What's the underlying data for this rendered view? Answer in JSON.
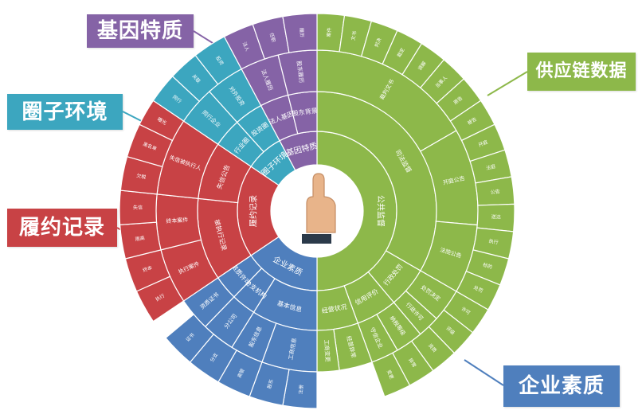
{
  "callouts": {
    "genetic": "基因特质",
    "circle": "圈子环境",
    "contract": "履约记录",
    "supply": "供应链数据",
    "quality": "企业素质"
  },
  "colors": {
    "genetic": "#8563a6",
    "circle": "#3ca6bf",
    "contract": "#c84245",
    "supply": "#8db84a",
    "quality": "#4f7fbd",
    "hand_skin": "#e8b48a",
    "cuff": "#2b3a4a"
  },
  "center_icon": "pointing-hand-icon",
  "sunburst": {
    "ring1": [
      {
        "label": "公共监督",
        "color": "#8db84a",
        "start": 0,
        "end": 180
      },
      {
        "label": "企业素质",
        "color": "#4f7fbd",
        "start": 180,
        "end": 236
      },
      {
        "label": "履约记录",
        "color": "#c84245",
        "start": 236,
        "end": 304
      },
      {
        "label": "圈子环境",
        "color": "#3ca6bf",
        "start": 304,
        "end": 332
      },
      {
        "label": "基因特质",
        "color": "#8563a6",
        "start": 332,
        "end": 360
      }
    ],
    "ring2": [
      {
        "label": "司法监督",
        "color": "#8db84a",
        "start": 0,
        "end": 120
      },
      {
        "label": "行政处罚",
        "color": "#8db84a",
        "start": 120,
        "end": 140
      },
      {
        "label": "信用评价",
        "color": "#8db84a",
        "start": 140,
        "end": 160
      },
      {
        "label": "经营状况",
        "color": "#8db84a",
        "start": 160,
        "end": 180
      },
      {
        "label": "基本信息",
        "color": "#4f7fbd",
        "start": 180,
        "end": 212
      },
      {
        "label": "分支机构",
        "color": "#4f7fbd",
        "start": 212,
        "end": 224
      },
      {
        "label": "资质许可",
        "color": "#4f7fbd",
        "start": 224,
        "end": 236
      },
      {
        "label": "被执行记录",
        "color": "#c84245",
        "start": 236,
        "end": 276
      },
      {
        "label": "失信公告",
        "color": "#c84245",
        "start": 276,
        "end": 304
      },
      {
        "label": "行业圈",
        "color": "#3ca6bf",
        "start": 304,
        "end": 318
      },
      {
        "label": "投资圈",
        "color": "#3ca6bf",
        "start": 318,
        "end": 332
      },
      {
        "label": "法人基因",
        "color": "#8563a6",
        "start": 332,
        "end": 346
      },
      {
        "label": "股东背景",
        "color": "#8563a6",
        "start": 346,
        "end": 360
      }
    ],
    "ring3": [
      {
        "label": "裁判文书",
        "color": "#8db84a",
        "start": 0,
        "end": 60
      },
      {
        "label": "开庭公告",
        "color": "#8db84a",
        "start": 60,
        "end": 95
      },
      {
        "label": "法院公告",
        "color": "#8db84a",
        "start": 95,
        "end": 120
      },
      {
        "label": "处罚决定",
        "color": "#8db84a",
        "start": 120,
        "end": 132
      },
      {
        "label": "行政许可",
        "color": "#8db84a",
        "start": 132,
        "end": 140
      },
      {
        "label": "纳税等级",
        "color": "#8db84a",
        "start": 140,
        "end": 150
      },
      {
        "label": "守信企业",
        "color": "#8db84a",
        "start": 150,
        "end": 160
      },
      {
        "label": "经营异常",
        "color": "#8db84a",
        "start": 160,
        "end": 172
      },
      {
        "label": "工商变更",
        "color": "#8db84a",
        "start": 172,
        "end": 180
      },
      {
        "label": "工商信息",
        "color": "#4f7fbd",
        "start": 180,
        "end": 200
      },
      {
        "label": "股东信息",
        "color": "#4f7fbd",
        "start": 200,
        "end": 212
      },
      {
        "label": "分公司",
        "color": "#4f7fbd",
        "start": 212,
        "end": 224
      },
      {
        "label": "资质证书",
        "color": "#4f7fbd",
        "start": 224,
        "end": 236
      },
      {
        "label": "执行案件",
        "color": "#c84245",
        "start": 236,
        "end": 256
      },
      {
        "label": "终本案件",
        "color": "#c84245",
        "start": 256,
        "end": 276
      },
      {
        "label": "失信被执行人",
        "color": "#c84245",
        "start": 276,
        "end": 304
      },
      {
        "label": "同行企业",
        "color": "#3ca6bf",
        "start": 304,
        "end": 318
      },
      {
        "label": "对外投资",
        "color": "#3ca6bf",
        "start": 318,
        "end": 332
      },
      {
        "label": "法人履历",
        "color": "#8563a6",
        "start": 332,
        "end": 346
      },
      {
        "label": "股东履历",
        "color": "#8563a6",
        "start": 346,
        "end": 360
      }
    ],
    "ring4": [
      {
        "label": "案件",
        "color": "#8db84a",
        "start": 0,
        "end": 8
      },
      {
        "label": "文书",
        "color": "#8db84a",
        "start": 8,
        "end": 16
      },
      {
        "label": "判决",
        "color": "#8db84a",
        "start": 16,
        "end": 24
      },
      {
        "label": "裁定",
        "color": "#8db84a",
        "start": 24,
        "end": 32
      },
      {
        "label": "调解",
        "color": "#8db84a",
        "start": 32,
        "end": 40
      },
      {
        "label": "当事人",
        "color": "#8db84a",
        "start": 40,
        "end": 48
      },
      {
        "label": "原告",
        "color": "#8db84a",
        "start": 48,
        "end": 56
      },
      {
        "label": "被告",
        "color": "#8db84a",
        "start": 56,
        "end": 64
      },
      {
        "label": "开庭",
        "color": "#8db84a",
        "start": 64,
        "end": 72
      },
      {
        "label": "法庭",
        "color": "#8db84a",
        "start": 72,
        "end": 80
      },
      {
        "label": "公告",
        "color": "#8db84a",
        "start": 80,
        "end": 88
      },
      {
        "label": "送达",
        "color": "#8db84a",
        "start": 88,
        "end": 96
      },
      {
        "label": "执行",
        "color": "#8db84a",
        "start": 96,
        "end": 104
      },
      {
        "label": "标的",
        "color": "#8db84a",
        "start": 104,
        "end": 112
      },
      {
        "label": "处罚",
        "color": "#8db84a",
        "start": 112,
        "end": 120
      },
      {
        "label": "许可",
        "color": "#8db84a",
        "start": 120,
        "end": 128
      },
      {
        "label": "评级",
        "color": "#8db84a",
        "start": 128,
        "end": 136
      },
      {
        "label": "资质",
        "color": "#8db84a",
        "start": 136,
        "end": 144
      },
      {
        "label": "异常",
        "color": "#8db84a",
        "start": 144,
        "end": 152
      },
      {
        "label": "变更",
        "color": "#8db84a",
        "start": 152,
        "end": 160
      },
      {
        "label": "注册",
        "color": "#4f7fbd",
        "start": 180,
        "end": 190
      },
      {
        "label": "股东",
        "color": "#4f7fbd",
        "start": 190,
        "end": 200
      },
      {
        "label": "高管",
        "color": "#4f7fbd",
        "start": 200,
        "end": 210
      },
      {
        "label": "分支",
        "color": "#4f7fbd",
        "start": 210,
        "end": 220
      },
      {
        "label": "证书",
        "color": "#4f7fbd",
        "start": 220,
        "end": 230
      },
      {
        "label": "执行",
        "color": "#c84245",
        "start": 236,
        "end": 246
      },
      {
        "label": "终本",
        "color": "#c84245",
        "start": 246,
        "end": 256
      },
      {
        "label": "限高",
        "color": "#c84245",
        "start": 256,
        "end": 266
      },
      {
        "label": "失信",
        "color": "#c84245",
        "start": 266,
        "end": 276
      },
      {
        "label": "欠税",
        "color": "#c84245",
        "start": 276,
        "end": 286
      },
      {
        "label": "黑名单",
        "color": "#c84245",
        "start": 286,
        "end": 296
      },
      {
        "label": "曝光",
        "color": "#c84245",
        "start": 296,
        "end": 304
      },
      {
        "label": "同行",
        "color": "#3ca6bf",
        "start": 304,
        "end": 313
      },
      {
        "label": "关联",
        "color": "#3ca6bf",
        "start": 313,
        "end": 322
      },
      {
        "label": "投资",
        "color": "#3ca6bf",
        "start": 322,
        "end": 332
      },
      {
        "label": "法人",
        "color": "#8563a6",
        "start": 332,
        "end": 341
      },
      {
        "label": "任职",
        "color": "#8563a6",
        "start": 341,
        "end": 350
      },
      {
        "label": "履历",
        "color": "#8563a6",
        "start": 350,
        "end": 360
      }
    ]
  }
}
